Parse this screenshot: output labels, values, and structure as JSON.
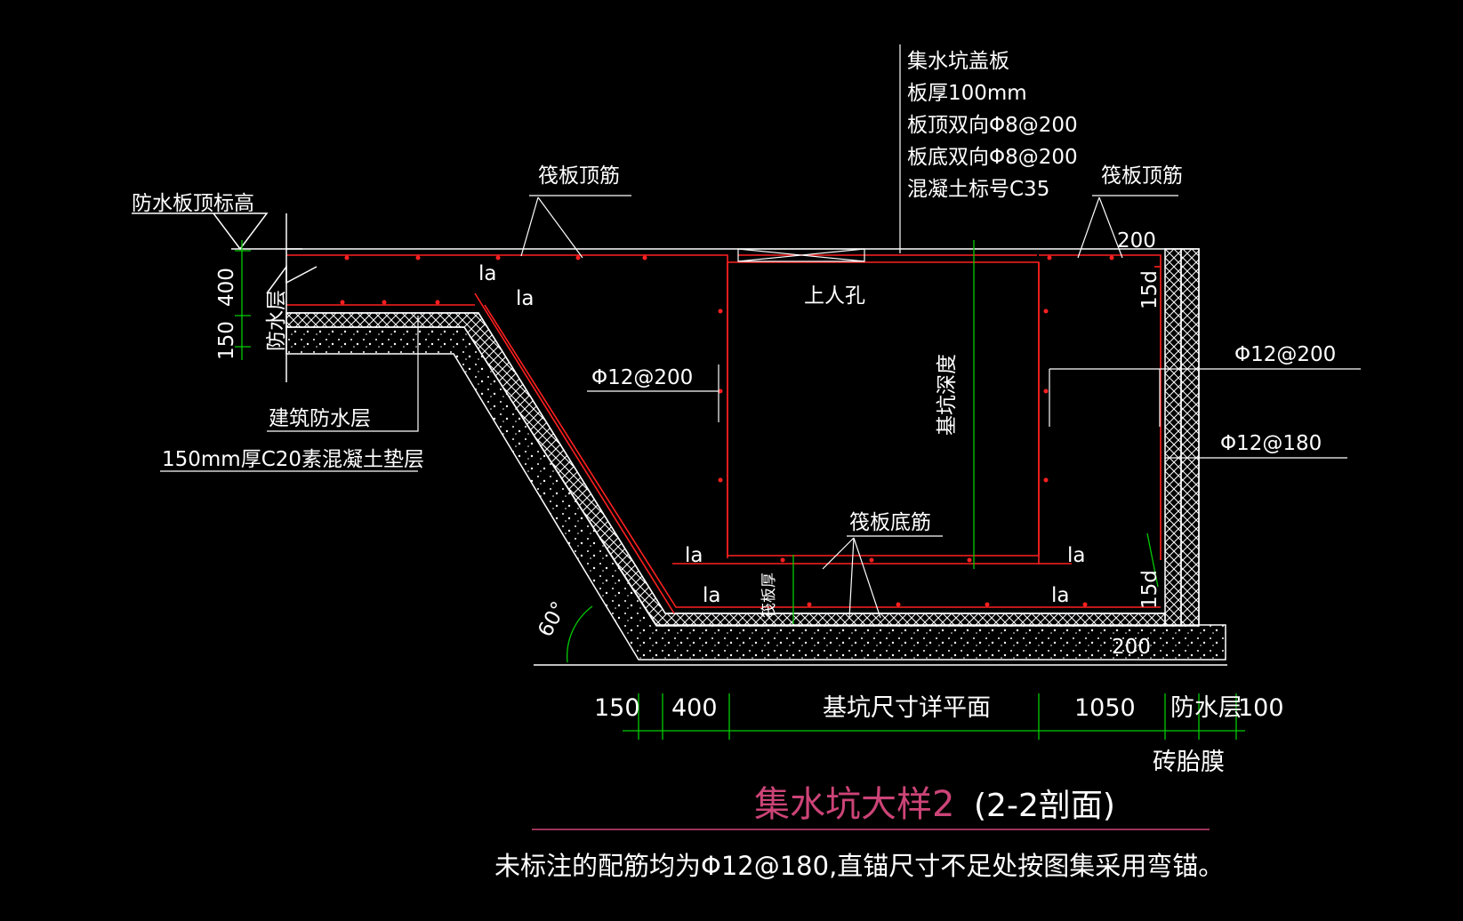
{
  "cover_note": {
    "line1": "集水坑盖板",
    "line2": "板厚100mm",
    "line3": "板顶双向Φ8@200",
    "line4": "板底双向Φ8@200",
    "line5": "混凝土标号C35"
  },
  "labels": {
    "raft_top_left": "筏板顶筋",
    "raft_top_right": "筏板顶筋",
    "waterproof_top_elev": "防水板顶标高",
    "dim_400_left": "400",
    "dim_150_left": "150",
    "waterproof_layer_vert": "防水层",
    "building_waterproof": "建筑防水层",
    "cushion": "150mm厚C20素混凝土垫层",
    "la": "la",
    "manhole": "上人孔",
    "rebar_left": "Φ12@200",
    "rebar_right1": "Φ12@200",
    "rebar_right2": "Φ12@180",
    "pit_depth": "基坑深度",
    "raft_bottom": "筏板底筋",
    "raft_thickness": "筏板厚",
    "d15": "15d",
    "dim_200": "200",
    "angle": "60°",
    "brick_membrane": "砖胎膜"
  },
  "dims_bottom": {
    "d150": "150",
    "d400": "400",
    "pit_size": "基坑尺寸详平面",
    "d1050": "1050",
    "waterproof": "防水层",
    "d100": "100"
  },
  "title": {
    "main": "集水坑大样2",
    "sub": "(2-2剖面)"
  },
  "footnote": "未标注的配筋均为Φ12@180,直锚尺寸不足处按图集采用弯锚。",
  "colors": {
    "rebar": "#ff2020",
    "dim": "#00cc00",
    "title": "#cc4477",
    "line": "#ffffff"
  }
}
